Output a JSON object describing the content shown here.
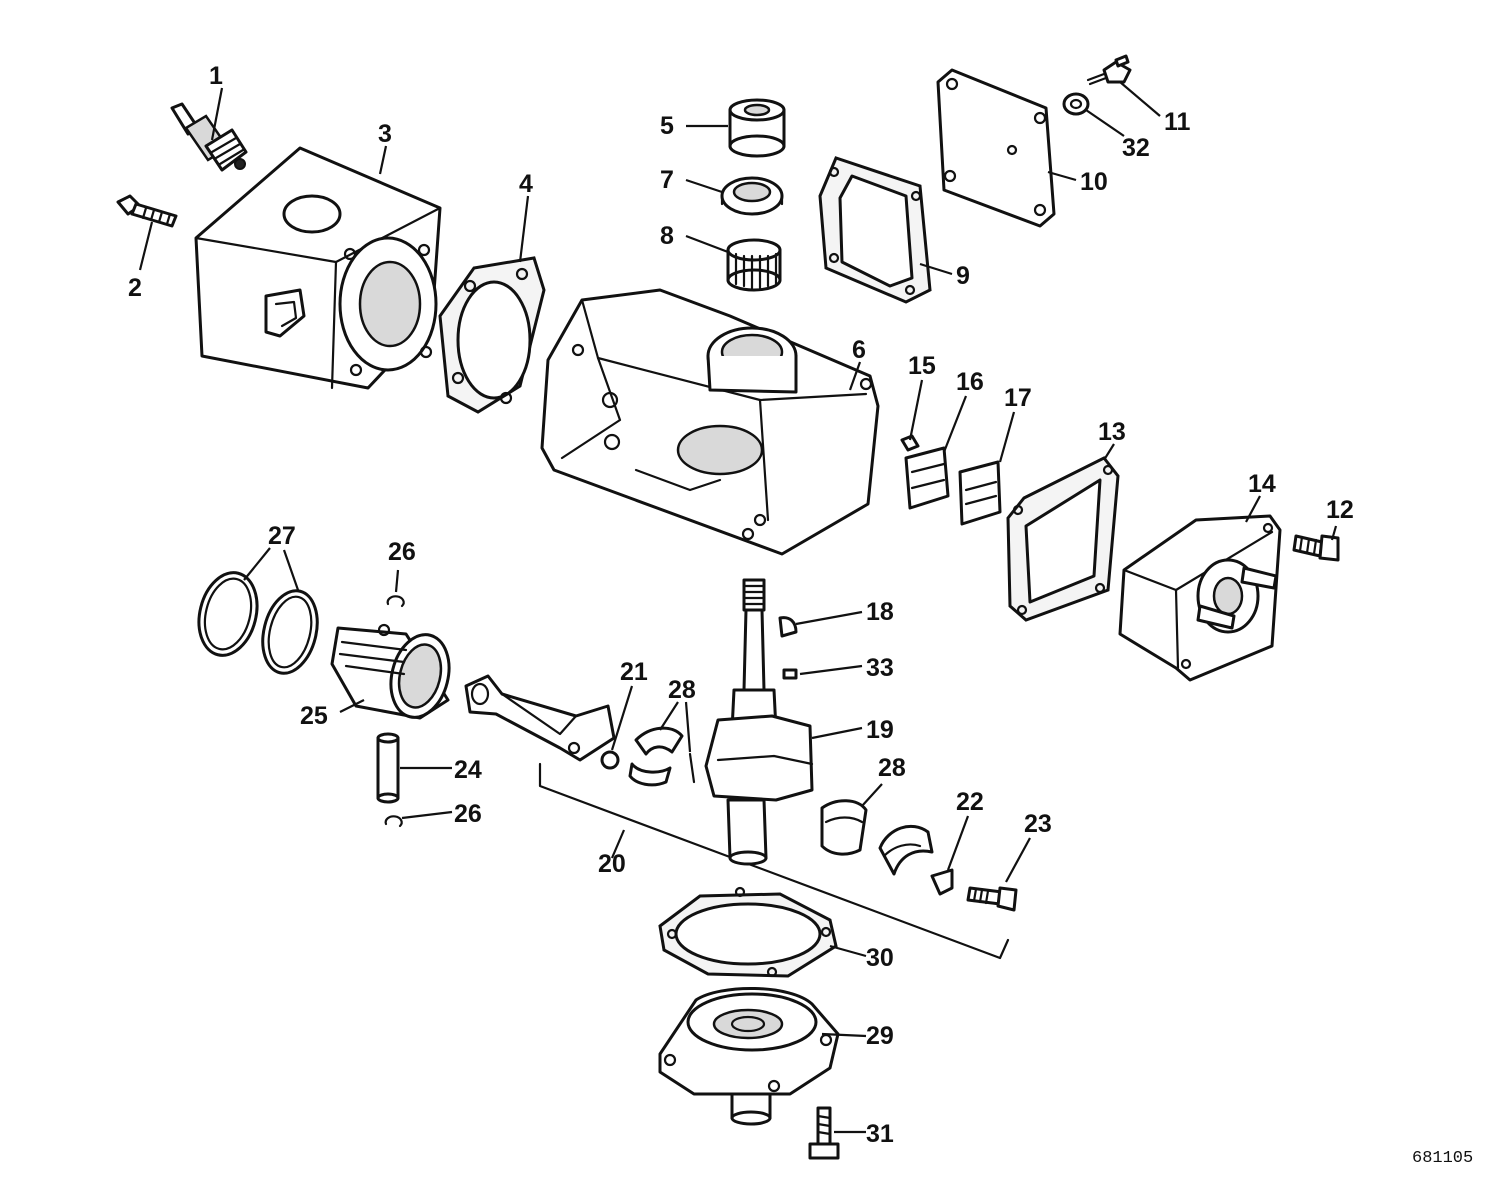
{
  "figure_code": "681105",
  "callouts": [
    {
      "id": "c1",
      "label": "1"
    },
    {
      "id": "c2",
      "label": "2"
    },
    {
      "id": "c3",
      "label": "3"
    },
    {
      "id": "c4",
      "label": "4"
    },
    {
      "id": "c5",
      "label": "5"
    },
    {
      "id": "c6",
      "label": "6"
    },
    {
      "id": "c7",
      "label": "7"
    },
    {
      "id": "c8",
      "label": "8"
    },
    {
      "id": "c9",
      "label": "9"
    },
    {
      "id": "c10",
      "label": "10"
    },
    {
      "id": "c11",
      "label": "11"
    },
    {
      "id": "c12",
      "label": "12"
    },
    {
      "id": "c13",
      "label": "13"
    },
    {
      "id": "c14",
      "label": "14"
    },
    {
      "id": "c15",
      "label": "15"
    },
    {
      "id": "c16",
      "label": "16"
    },
    {
      "id": "c17",
      "label": "17"
    },
    {
      "id": "c18",
      "label": "18"
    },
    {
      "id": "c19",
      "label": "19"
    },
    {
      "id": "c20",
      "label": "20"
    },
    {
      "id": "c21",
      "label": "21"
    },
    {
      "id": "c22",
      "label": "22"
    },
    {
      "id": "c23",
      "label": "23"
    },
    {
      "id": "c24",
      "label": "24"
    },
    {
      "id": "c25",
      "label": "25"
    },
    {
      "id": "c26a",
      "label": "26"
    },
    {
      "id": "c26b",
      "label": "26"
    },
    {
      "id": "c27",
      "label": "27"
    },
    {
      "id": "c28a",
      "label": "28"
    },
    {
      "id": "c28b",
      "label": "28"
    },
    {
      "id": "c29",
      "label": "29"
    },
    {
      "id": "c30",
      "label": "30"
    },
    {
      "id": "c31",
      "label": "31"
    },
    {
      "id": "c32",
      "label": "32"
    },
    {
      "id": "c33",
      "label": "33"
    }
  ]
}
